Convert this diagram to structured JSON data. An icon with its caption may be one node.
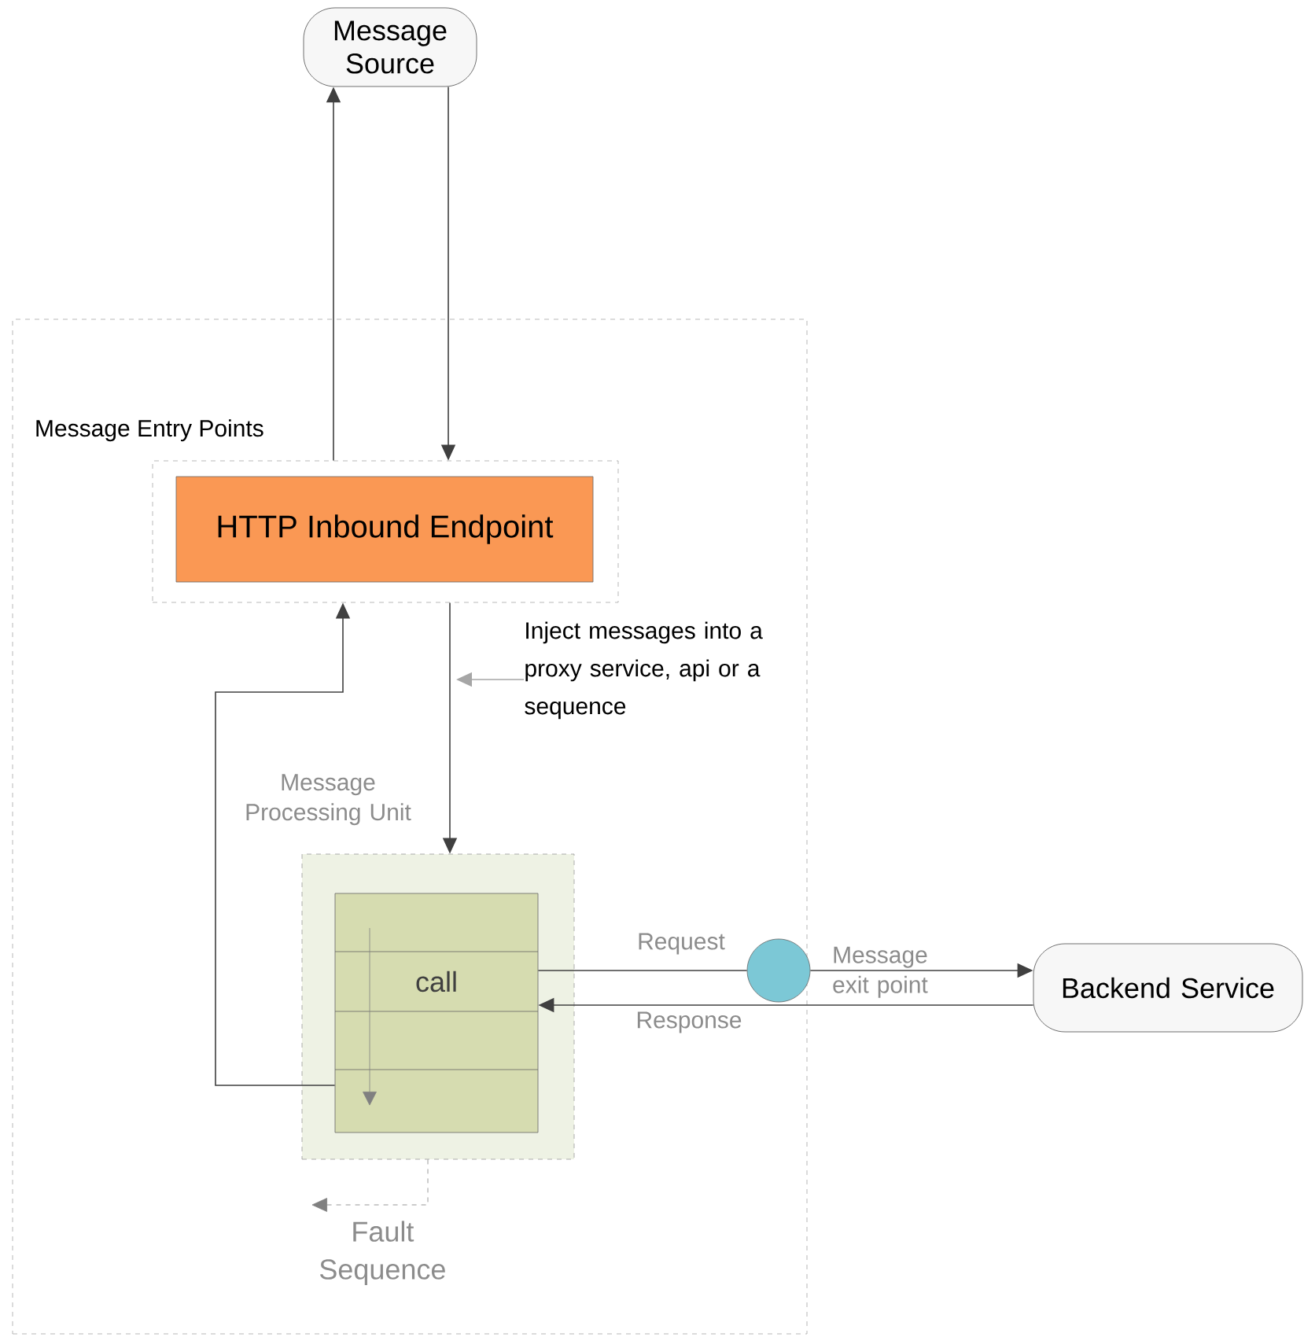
{
  "diagram": {
    "nodes": [
      {
        "text": [
          "Message Source"
        ]
      },
      {
        "text": [],
        "shape": "box"
      },
      {
        "text": [
          "Message Entry Points"
        ],
        "in": 1
      },
      {
        "text": [
          "HTTP Inbound Endpoint"
        ],
        "in": 2
      },
      {
        "text": [
          "Message Processing Unit"
        ],
        "in": 1
      },
      {
        "text": [
          "call"
        ],
        "in": 4
      },
      {
        "text": [],
        "shape": "circle",
        "beside": [
          "Message exit point"
        ],
        "in": 1
      },
      {
        "text": [
          "Backend Service"
        ]
      },
      {
        "text": [
          "Fault Sequence"
        ],
        "in": 1
      },
      {
        "text": [
          "Inject messages into a proxy service, api or a sequence"
        ],
        "in": 1
      }
    ],
    "edges": [
      {
        "from": 2,
        "to": 0,
        "arrow": "to"
      },
      {
        "from": 0,
        "to": 2,
        "arrow": "to"
      },
      {
        "from": 2,
        "to": 4,
        "arrow": "to"
      },
      {
        "from": 5,
        "to": 2,
        "arrow": "to"
      },
      {
        "from": 5,
        "to": 6,
        "arrow": "none",
        "label": "Request"
      },
      {
        "from": 6,
        "to": 7,
        "arrow": "to"
      },
      {
        "from": 7,
        "to": 5,
        "arrow": "to",
        "label": "Response"
      },
      {
        "from": 4,
        "to": 8,
        "arrow": "to",
        "style": "dashed",
        "color": "#808080"
      },
      {
        "from": 9,
        "to": null,
        "arrow": "to",
        "color": "#a6a6a6"
      }
    ]
  }
}
